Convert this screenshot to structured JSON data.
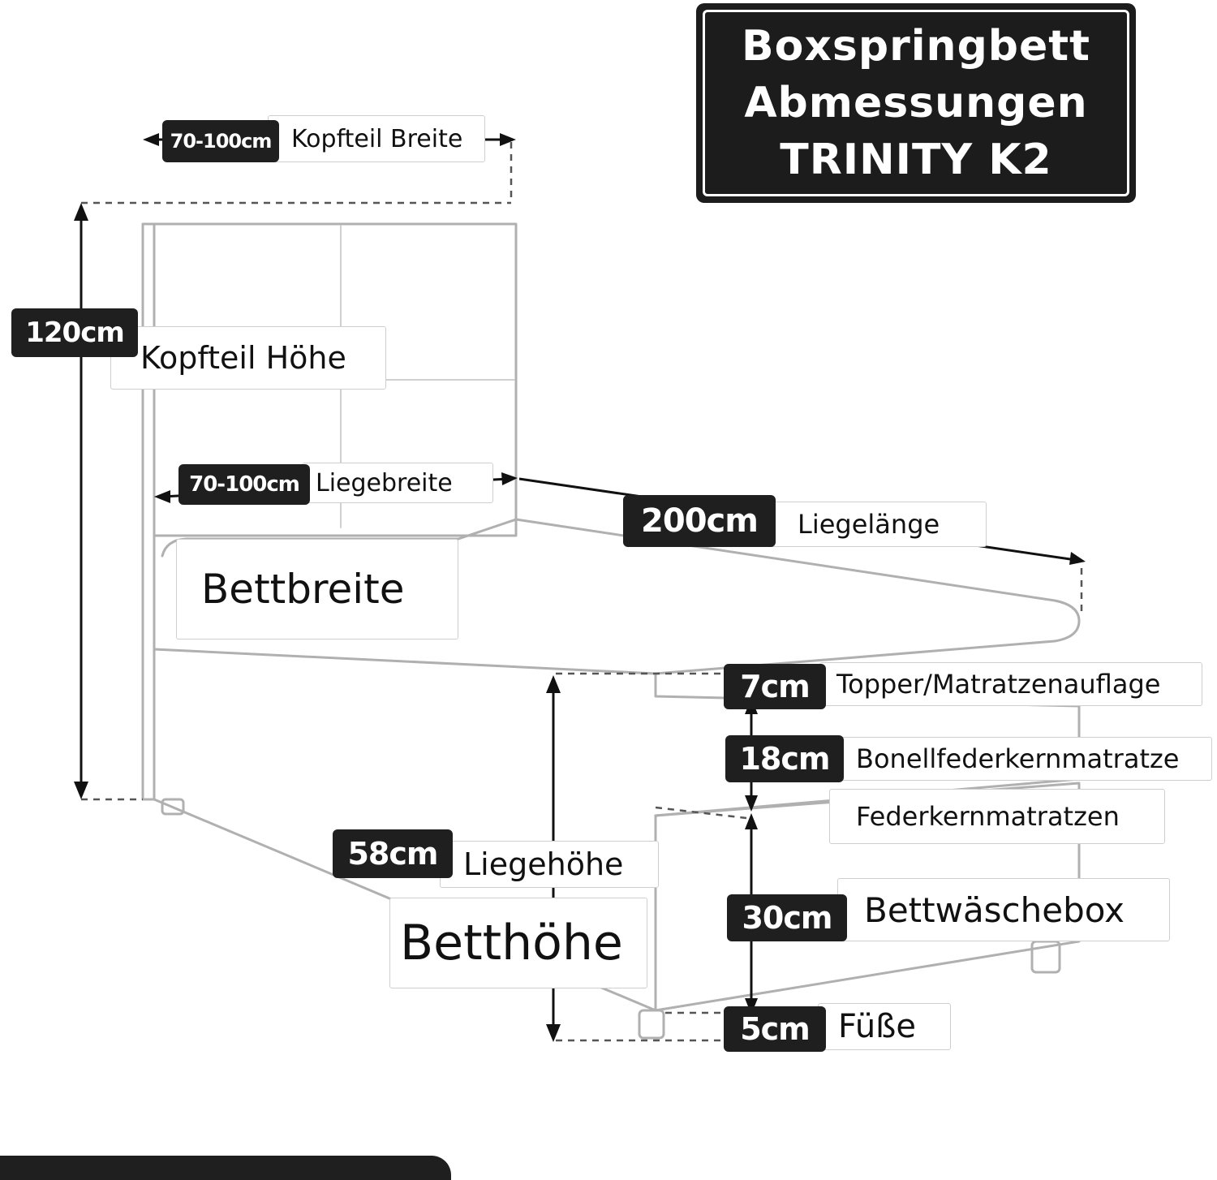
{
  "title": {
    "line1": "Boxspringbett",
    "line2": "Abmessungen",
    "line3": "TRINITY K2"
  },
  "colors": {
    "label_dark": "#1f1f1f",
    "label_text": "#ffffff",
    "background": "#ffffff",
    "outline": "#b0b0b0"
  },
  "dimensions": {
    "kopfteil_breite": {
      "value": "70-100cm",
      "label": "Kopfteil Breite"
    },
    "kopfteil_hoehe": {
      "value": "120cm",
      "label": "Kopfteil Höhe"
    },
    "liegebreite": {
      "value": "70-100cm",
      "label": "Liegebreite"
    },
    "bettbreite": {
      "label": "Bettbreite"
    },
    "liegelaenge": {
      "value": "200cm",
      "label": "Liegelänge"
    },
    "topper": {
      "value": "7cm",
      "label": "Topper/Matratzenauflage"
    },
    "matratze": {
      "value": "18cm",
      "label": "Bonellfederkernmatratze",
      "sublabel": "Federkernmatratzen"
    },
    "liegehoehe": {
      "value": "58cm",
      "label": "Liegehöhe"
    },
    "betthoehe": {
      "label": "Betthöhe"
    },
    "bettwaeschebox": {
      "value": "30cm",
      "label": "Bettwäschebox"
    },
    "fuesse": {
      "value": "5cm",
      "label": "Füße"
    }
  }
}
